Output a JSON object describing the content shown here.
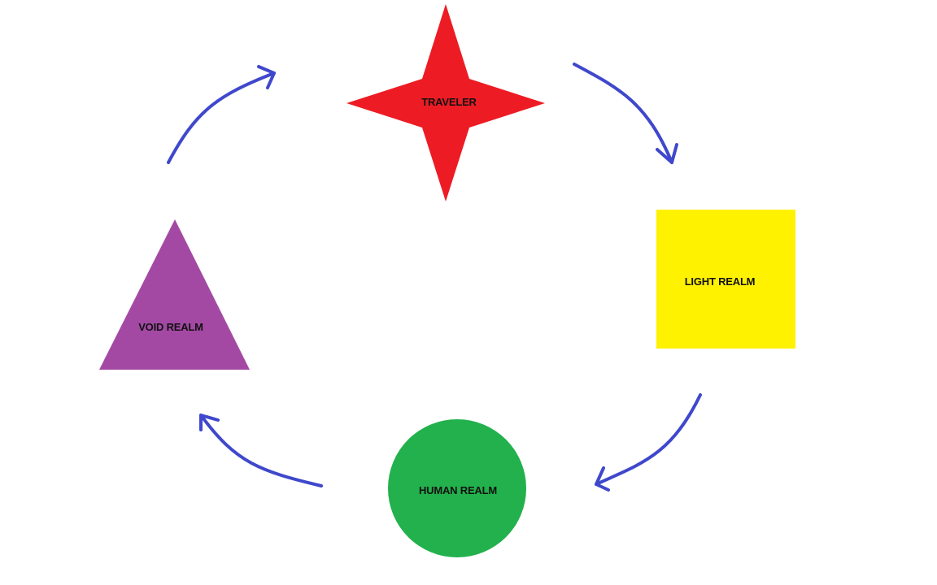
{
  "diagram": {
    "nodes": {
      "traveler": {
        "label": "TRAVELER",
        "shape": "four-point-star",
        "color": "#ED1C24"
      },
      "light_realm": {
        "label": "LIGHT REALM",
        "shape": "square",
        "color": "#FFF200"
      },
      "human_realm": {
        "label": "HUMAN REALM",
        "shape": "circle",
        "color": "#22B14C"
      },
      "void_realm": {
        "label": "VOID REALM",
        "shape": "triangle",
        "color": "#A349A4"
      }
    },
    "edges": [
      {
        "from": "traveler",
        "to": "light_realm"
      },
      {
        "from": "light_realm",
        "to": "human_realm"
      },
      {
        "from": "human_realm",
        "to": "void_realm"
      },
      {
        "from": "void_realm",
        "to": "traveler"
      }
    ],
    "arrow_color": "#3F48CC"
  }
}
